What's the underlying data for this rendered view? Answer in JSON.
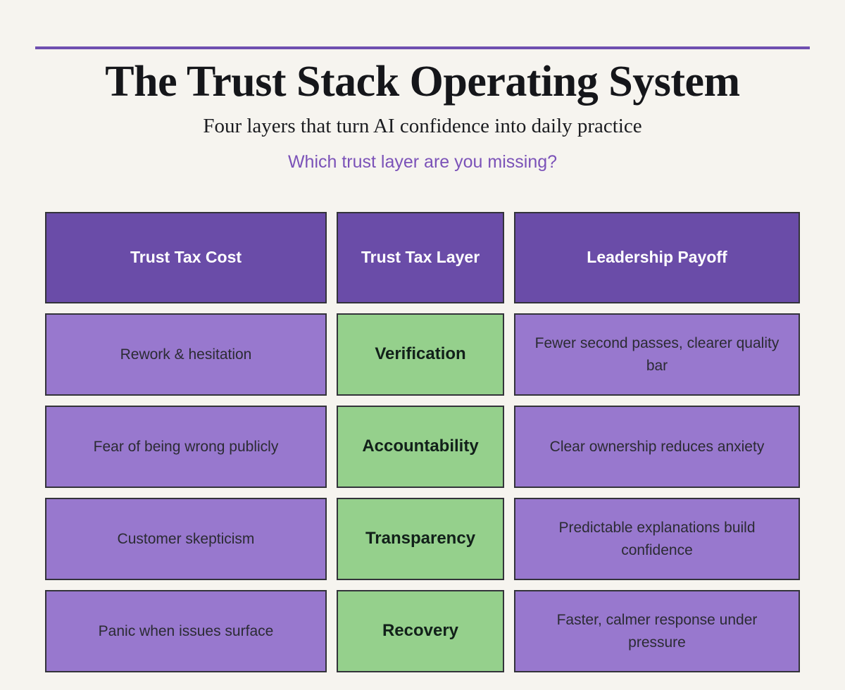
{
  "theme": {
    "background": "#f6f4ef",
    "accent_rule": "#6f4fb0",
    "header_cell": "#6a4ca8",
    "cost_cell": "#9878ce",
    "payoff_cell": "#9878ce",
    "layer_cell": "#95d08c",
    "border": "#33333a",
    "title_color": "#15161a",
    "tagline_color": "#7b52b8",
    "body_text": "#2b2b33",
    "header_text": "#ffffff"
  },
  "header": {
    "title": "The Trust Stack Operating System",
    "subtitle": "Four layers that turn AI confidence into daily practice",
    "tagline": "Which trust layer are you missing?"
  },
  "matrix": {
    "columns": [
      {
        "key": "cost",
        "label": "Trust Tax Cost"
      },
      {
        "key": "layer",
        "label": "Trust Tax Layer"
      },
      {
        "key": "payoff",
        "label": "Leadership Payoff"
      }
    ],
    "rows": [
      {
        "cost": "Rework & hesitation",
        "layer": "Verification",
        "payoff": "Fewer second passes, clearer quality bar"
      },
      {
        "cost": "Fear of being wrong publicly",
        "layer": "Accountability",
        "payoff": "Clear ownership reduces anxiety"
      },
      {
        "cost": "Customer skepticism",
        "layer": "Transparency",
        "payoff": "Predictable explanations build confidence"
      },
      {
        "cost": "Panic when issues surface",
        "layer": "Recovery",
        "payoff": "Faster, calmer response under pressure"
      }
    ]
  }
}
